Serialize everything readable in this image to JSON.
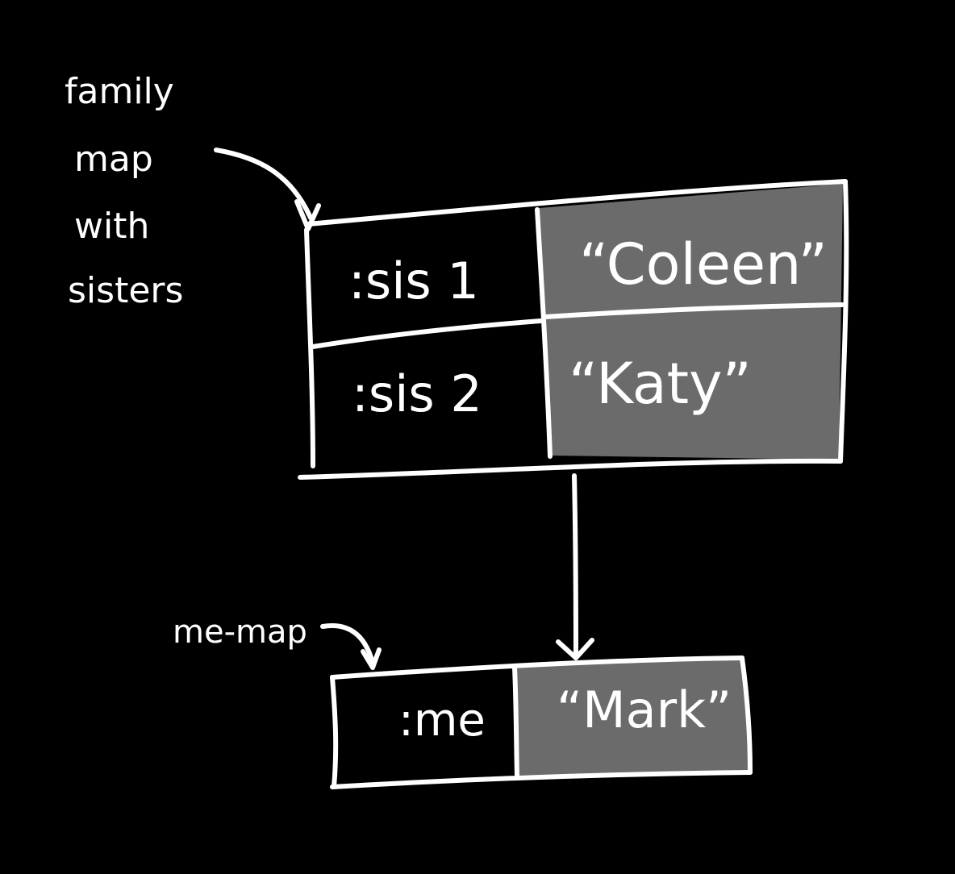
{
  "colors": {
    "background": "#000000",
    "ink": "#ffffff",
    "value_fill": "#6b6b6b"
  },
  "family_label": {
    "line1": "family",
    "line2": "map",
    "line3": "with",
    "line4": "sisters"
  },
  "family_map": {
    "rows": [
      {
        "key": ":sis 1",
        "value": "“Coleen”"
      },
      {
        "key": ":sis 2",
        "value": "“Katy”"
      }
    ]
  },
  "me_label": "me-map",
  "me_map": {
    "key": ":me",
    "value": "“Mark”"
  }
}
